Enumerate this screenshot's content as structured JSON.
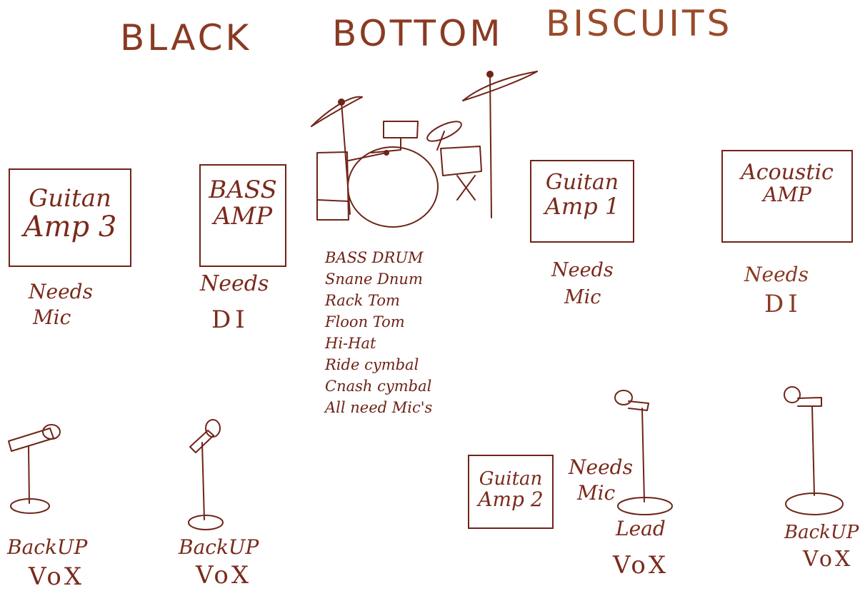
{
  "colors": {
    "ink": "#7a2a1c",
    "ink_dark": "#6f2418",
    "title_ink": "#8a3a22",
    "paper": "#ffffff"
  },
  "title": {
    "word1": "BLACK",
    "word2": "BOTTOM",
    "word3": "BISCUITS"
  },
  "amps": {
    "guitar_amp_3": {
      "line1": "Guitan",
      "line2": "Amp 3",
      "note1": "Needs",
      "note2": "Mic"
    },
    "bass_amp": {
      "line1": "BASS",
      "line2": "AMP",
      "note1": "Needs",
      "note2": "DI"
    },
    "guitar_amp_1": {
      "line1": "Guitan",
      "line2": "Amp 1",
      "note1": "Needs",
      "note2": "Mic"
    },
    "acoustic_amp": {
      "line1": "Acoustic",
      "line2": "AMP",
      "note1": "Needs",
      "note2": "DI"
    },
    "guitar_amp_2": {
      "line1": "Guitan",
      "line2": "Amp 2",
      "note1": "Needs",
      "note2": "Mic"
    }
  },
  "drum_kit": {
    "items": [
      "BASS DRUM",
      "Snane Dnum",
      "Rack Tom",
      "Floon Tom",
      "Hi-Hat",
      "Ride cymbal",
      "Cnash cymbal",
      "All need Mic's"
    ]
  },
  "mics": {
    "backup_left": {
      "line1": "BackUP",
      "line2": "VoX"
    },
    "backup_left2": {
      "line1": "BackUP",
      "line2": "VoX"
    },
    "lead": {
      "line1": "Lead",
      "line2": "VoX"
    },
    "backup_right": {
      "line1": "BackUP",
      "line2": "VoX"
    }
  },
  "icons": {
    "drum_kit": "drum-kit-icon",
    "mic_stand": "mic-stand-icon",
    "cymbal": "cymbal-icon"
  }
}
